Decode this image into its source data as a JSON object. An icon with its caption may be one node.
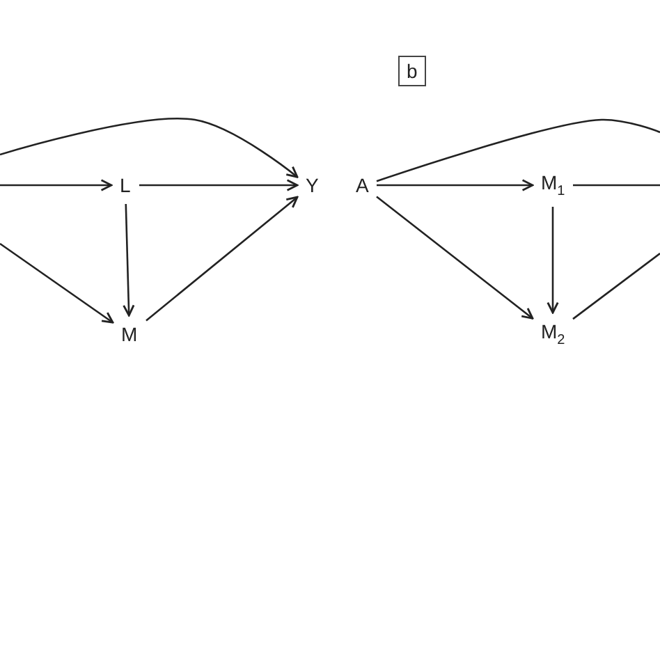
{
  "diagram": {
    "nodes": [
      {
        "text": [
          "L"
        ]
      },
      {
        "text": [
          "Y"
        ]
      },
      {
        "text": [
          "M"
        ]
      },
      {
        "text": [
          "b"
        ]
      },
      {
        "text": [
          "A"
        ]
      },
      {
        "text": [
          "M$_{1}$"
        ]
      },
      {
        "text": [
          "M$_{2}$"
        ]
      }
    ],
    "edges": [
      {
        "from": null,
        "to": 1,
        "arrow": "to"
      },
      {
        "from": null,
        "to": 0,
        "arrow": "to"
      },
      {
        "from": null,
        "to": 2,
        "arrow": "to"
      },
      {
        "from": 0,
        "to": 1,
        "arrow": "to"
      },
      {
        "from": 0,
        "to": 2,
        "arrow": "to"
      },
      {
        "from": 2,
        "to": 1,
        "arrow": "to"
      },
      {
        "from": 4,
        "to": 5,
        "arrow": "to"
      },
      {
        "from": 4,
        "to": 6,
        "arrow": "to"
      },
      {
        "from": 5,
        "to": 6,
        "arrow": "to"
      },
      {
        "from": 4,
        "to": null,
        "arrow": "none"
      },
      {
        "from": 5,
        "to": null,
        "arrow": "none"
      },
      {
        "from": 6,
        "to": null,
        "arrow": "none"
      }
    ]
  }
}
